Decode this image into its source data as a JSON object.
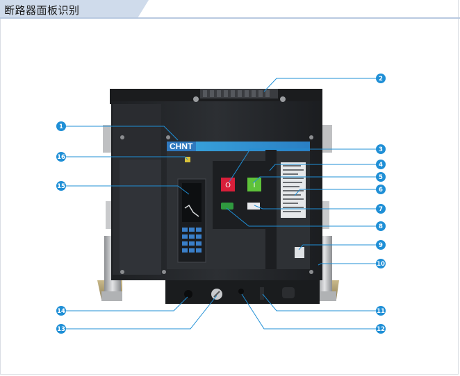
{
  "header": {
    "title": "断路器面板识别",
    "accent_color": "#bfcfe6"
  },
  "device": {
    "brand": "CHNT",
    "off_button_label": "O",
    "on_button_label": "I",
    "body_color": "#26282b",
    "callout_color": "#1f8fd6"
  },
  "callouts": [
    "1",
    "2",
    "3",
    "4",
    "5",
    "6",
    "7",
    "8",
    "9",
    "10",
    "11",
    "12",
    "13",
    "14",
    "15",
    "16"
  ]
}
